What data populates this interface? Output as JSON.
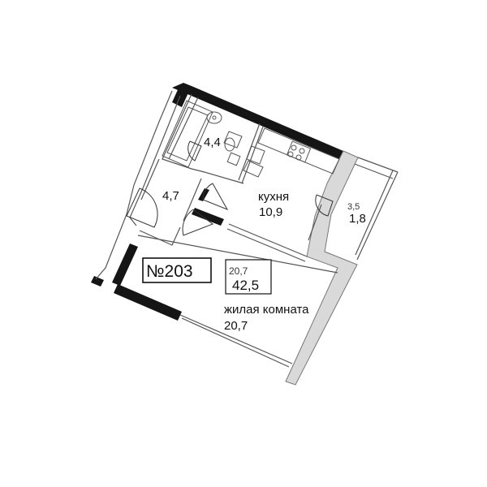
{
  "apartment": {
    "number_label": "№203",
    "living_area": "20,7",
    "total_area": "42,5"
  },
  "rooms": {
    "bathroom": {
      "area": "4,4"
    },
    "hall": {
      "area": "4,7"
    },
    "kitchen": {
      "name": "кухня",
      "area": "10,9"
    },
    "balcony": {
      "area_full": "3,5",
      "area_reduced": "1,8"
    },
    "living": {
      "name": "жилая комната",
      "area": "20,7"
    }
  }
}
